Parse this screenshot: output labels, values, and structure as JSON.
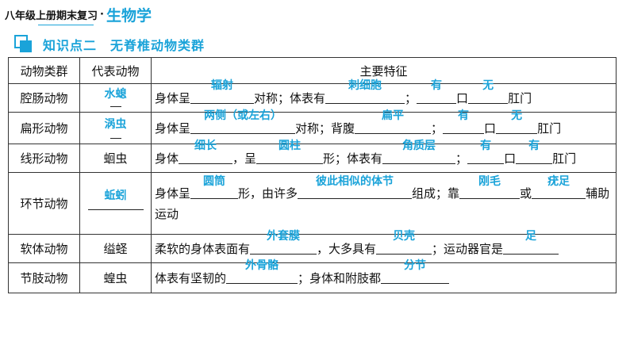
{
  "header": {
    "course": "八年级上册期末复习",
    "dot": "·",
    "subject": "生物学"
  },
  "section": {
    "title": "知识点二　无脊椎动物类群"
  },
  "table": {
    "headers": [
      "动物类群",
      "代表动物",
      "主要特征"
    ],
    "rows": [
      {
        "group": "腔肠动物",
        "rep": "水螅",
        "t1": "身体呈",
        "a1": "辐射",
        "t2": "对称；体表有",
        "a2": "刺细胞",
        "t3": "；",
        "a3": "有",
        "t4": "口",
        "a4": "无",
        "t5": "肛门"
      },
      {
        "group": "扁形动物",
        "rep": "涡虫",
        "t1": "身体呈",
        "a1": "两侧（或左右）",
        "t2": "对称；背腹",
        "a2": "扁平",
        "t3": "；",
        "a3": "有",
        "t4": "口",
        "a4": "无",
        "t5": "肛门"
      },
      {
        "group": "线形动物",
        "rep": "蛔虫",
        "t1": "身体",
        "a1": "细长",
        "t2": "，呈",
        "a2": "圆柱",
        "t3": "形；体表有",
        "a3": "角质层",
        "t4": "；",
        "a4": "有",
        "t5": "口",
        "a5": "有",
        "t6": "肛门"
      },
      {
        "group": "环节动物",
        "rep": "蚯蚓",
        "t1": "身体呈",
        "a1": "圆筒",
        "t2": "形，由许多",
        "a2": "彼此相似的体节",
        "t3": "组成；靠",
        "a3": "刚毛",
        "t4": "或",
        "a4": "疣足",
        "t5": "辅助运动"
      },
      {
        "group": "软体动物",
        "rep": "缢蛏",
        "t1": "柔软的身体表面有",
        "a1": "外套膜",
        "t2": "，大多具有",
        "a2": "贝壳",
        "t3": "；运动器官是",
        "a3": "足"
      },
      {
        "group": "节肢动物",
        "rep": "蝗虫",
        "t1": "体表有坚韧的",
        "a1": "外骨骼",
        "t2": "；身体和附肢都",
        "a2": "分节"
      }
    ]
  }
}
